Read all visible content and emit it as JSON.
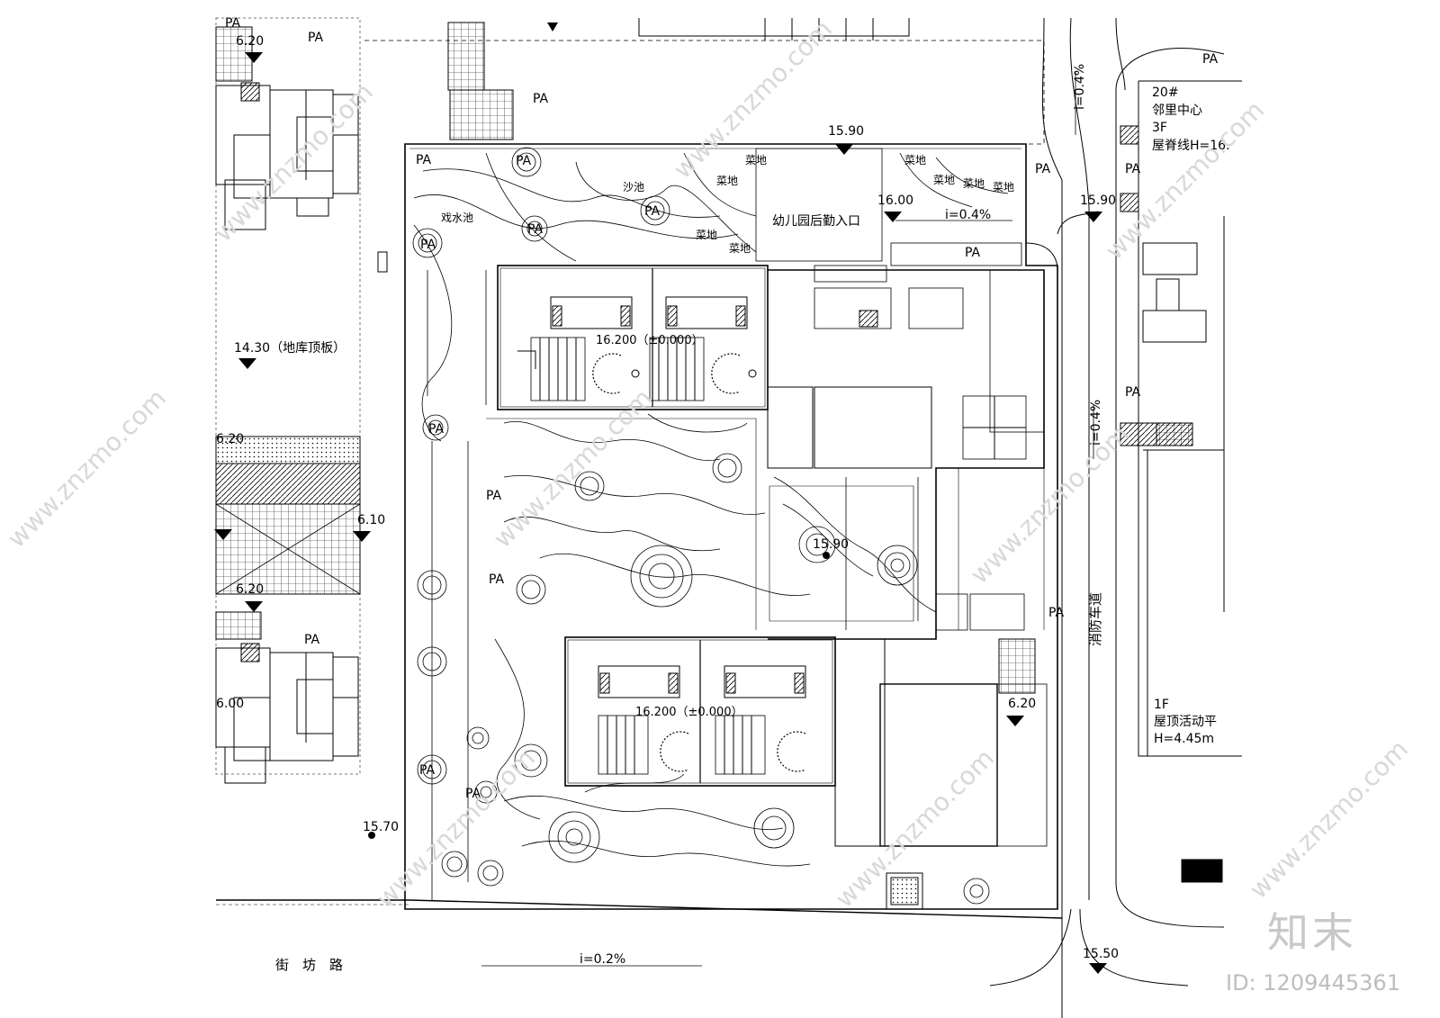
{
  "labels": {
    "pa": "PA",
    "sandpit": "沙池",
    "waterplay": "戏水池",
    "vegplot": "菜地",
    "rear_entrance": "幼儿园后勤入口",
    "basement_roof": "14.30（地库顶板）",
    "fire_lane": "消防车道",
    "street": "街　坊　路",
    "b20_title": "20#",
    "b20_name": "邻里中心",
    "b20_floors": "3F",
    "b20_ridge": "屋脊线H=16.",
    "roof_floor": "1F",
    "roof_name": "屋顶活动平",
    "roof_height": "H=4.45m",
    "floor_level": "16.200（±0.000）"
  },
  "elevations": {
    "e_top": "15.90",
    "e_entrance": "16.00",
    "e_right_top": "15.90",
    "e_center": "15.90",
    "e_left_bottom": "15.70",
    "e_bottom_right": "15.50",
    "e_20_a": "6.20",
    "e_20_b": "6.20",
    "e_20_c": "6.20",
    "e_610": "6.10",
    "e_620_right": "6.20",
    "e_600_left": "6.00"
  },
  "slopes": {
    "s_top_road": "i=0.4%",
    "s_entrance": "i=0.4%",
    "s_fire_lane": "i=0.4%",
    "s_street": "i=0.2%"
  },
  "watermark": {
    "logo": "知末",
    "id": "ID: 1209445361",
    "site": "www.znzmo.com"
  },
  "colors": {
    "line": "#000000",
    "watermark": "#d8d8d8"
  }
}
